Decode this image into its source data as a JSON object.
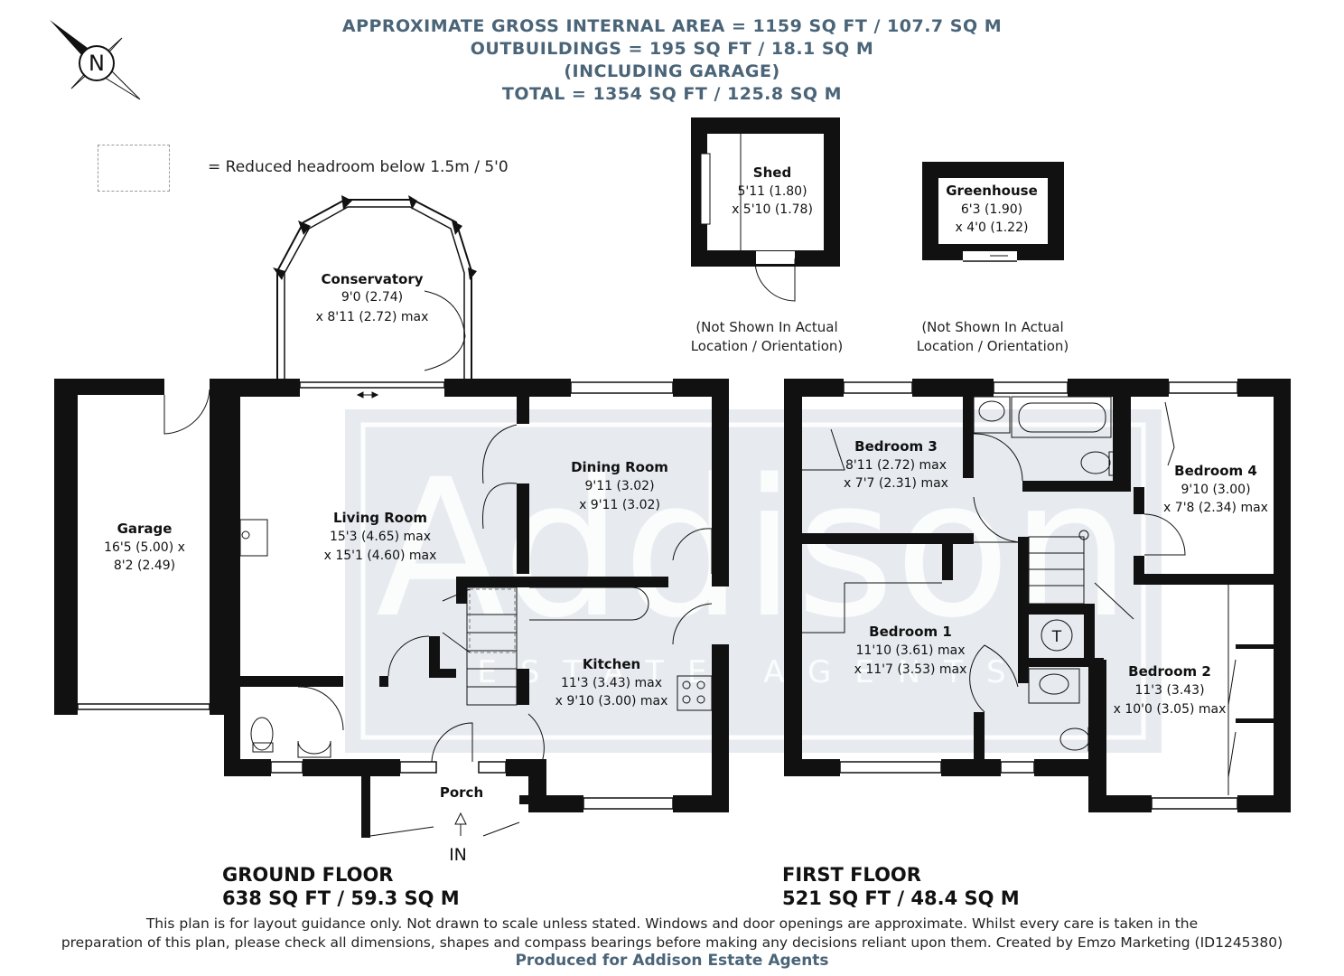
{
  "header": {
    "line1": "APPROXIMATE GROSS INTERNAL AREA = 1159 SQ FT / 107.7 SQ M",
    "line2": "OUTBUILDINGS = 195 SQ FT / 18.1 SQ M",
    "line3": "(INCLUDING GARAGE)",
    "line4": "TOTAL = 1354 SQ FT / 125.8 SQ M"
  },
  "compass": {
    "letter": "N"
  },
  "legend": {
    "text": "= Reduced headroom below 1.5m / 5'0"
  },
  "watermark": {
    "word": "Addison",
    "sub": "ESTATE AGENTS"
  },
  "outbuildings": {
    "shed": {
      "name": "Shed",
      "dim1": "5'11 (1.80)",
      "dim2": "x 5'10 (1.78)"
    },
    "greenhouse": {
      "name": "Greenhouse",
      "dim1": "6'3 (1.90)",
      "dim2": "x 4'0 (1.22)"
    },
    "note_line1": "(Not Shown In Actual",
    "note_line2": "Location / Orientation)"
  },
  "ground_floor": {
    "title": "GROUND FLOOR",
    "area": "638 SQ FT / 59.3 SQ M",
    "entrance": "IN",
    "rooms": {
      "conservatory": {
        "name": "Conservatory",
        "dim1": "9'0 (2.74)",
        "dim2": "x 8'11 (2.72) max"
      },
      "living": {
        "name": "Living Room",
        "dim1": "15'3 (4.65) max",
        "dim2": "x 15'1 (4.60) max"
      },
      "dining": {
        "name": "Dining Room",
        "dim1": "9'11 (3.02)",
        "dim2": "x 9'11 (3.02)"
      },
      "garage": {
        "name": "Garage",
        "dim1": "16'5 (5.00) x",
        "dim2": "8'2 (2.49)"
      },
      "kitchen": {
        "name": "Kitchen",
        "dim1": "11'3 (3.43) max",
        "dim2": "x 9'10 (3.00) max"
      },
      "porch": {
        "name": "Porch"
      }
    }
  },
  "first_floor": {
    "title": "FIRST FLOOR",
    "area": "521 SQ FT / 48.4 SQ M",
    "cupboard_label": "T",
    "rooms": {
      "bedroom3": {
        "name": "Bedroom 3",
        "dim1": "8'11 (2.72) max",
        "dim2": "x 7'7 (2.31) max"
      },
      "bedroom4": {
        "name": "Bedroom 4",
        "dim1": "9'10 (3.00)",
        "dim2": "x 7'8 (2.34) max"
      },
      "bedroom1": {
        "name": "Bedroom 1",
        "dim1": "11'10 (3.61) max",
        "dim2": "x 11'7 (3.53) max"
      },
      "bedroom2": {
        "name": "Bedroom 2",
        "dim1": "11'3 (3.43)",
        "dim2": "x 10'0 (3.05) max"
      }
    }
  },
  "footer": {
    "disclaimer_line1": "This plan is for layout guidance only. Not drawn to scale unless stated. Windows and door openings are approximate. Whilst every care is taken in the",
    "disclaimer_line2": "preparation of this plan, please check all dimensions, shapes and compass bearings before making any decisions reliant upon them. Created by Emzo Marketing (ID1245380)",
    "produced_by": "Produced for Addison Estate Agents"
  },
  "colors": {
    "wall": "#111111",
    "header": "#4a6478",
    "watermark": "#c9d2dc"
  }
}
